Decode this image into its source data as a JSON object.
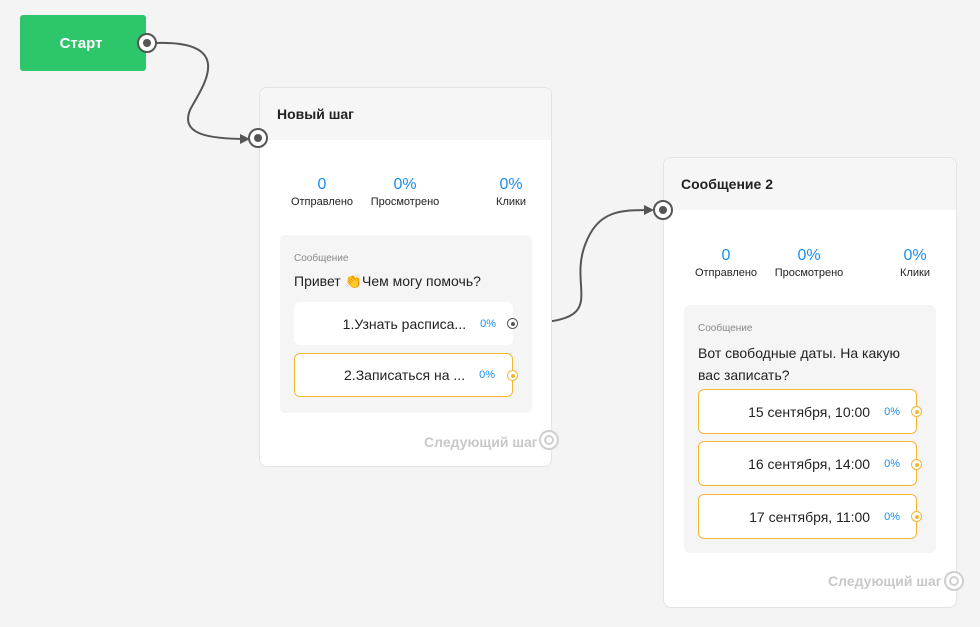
{
  "start": {
    "label": "Старт"
  },
  "next_step_label": "Следующий шаг",
  "colors": {
    "accent": "#2ec66b",
    "link": "#1a8ef0",
    "selected_border": "#f5b731"
  },
  "step1": {
    "title": "Новый шаг",
    "stats": [
      {
        "value": "0",
        "label": "Отправлено"
      },
      {
        "value": "0%",
        "label": "Просмотрено"
      },
      {
        "value": "0%",
        "label": "Клики"
      }
    ],
    "message_label": "Сообщение",
    "message_text_before": "Привет ",
    "message_emoji": "👏",
    "message_text_after": "Чем могу помочь?",
    "buttons": [
      {
        "label": "1.Узнать расписа...",
        "pct": "0%"
      },
      {
        "label": "2.Записаться на ...",
        "pct": "0%"
      }
    ]
  },
  "step2": {
    "title": "Сообщение 2",
    "stats": [
      {
        "value": "0",
        "label": "Отправлено"
      },
      {
        "value": "0%",
        "label": "Просмотрено"
      },
      {
        "value": "0%",
        "label": "Клики"
      }
    ],
    "message_label": "Сообщение",
    "message_line1": "Вот свободные даты. На какую",
    "message_line2": "вас записать?",
    "buttons": [
      {
        "label": "15 сентября, 10:00",
        "pct": "0%"
      },
      {
        "label": "16 сентября, 14:00",
        "pct": "0%"
      },
      {
        "label": "17 сентября, 11:00",
        "pct": "0%"
      }
    ]
  }
}
